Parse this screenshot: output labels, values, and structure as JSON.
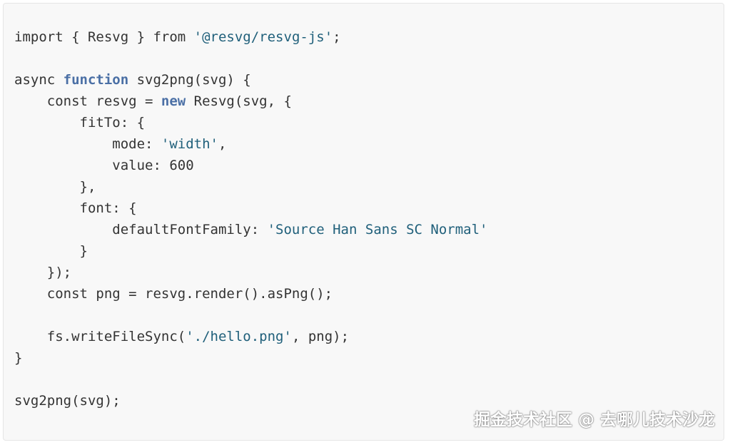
{
  "code": {
    "lines": [
      [
        {
          "t": "import { Resvg } from ",
          "k": "plain"
        },
        {
          "t": "'@resvg/resvg-js'",
          "k": "string"
        },
        {
          "t": ";",
          "k": "plain"
        }
      ],
      [],
      [
        {
          "t": "async ",
          "k": "plain"
        },
        {
          "t": "function",
          "k": "keyword"
        },
        {
          "t": " svg2png(svg) {",
          "k": "plain"
        }
      ],
      [
        {
          "t": "    const resvg = ",
          "k": "plain"
        },
        {
          "t": "new",
          "k": "keyword"
        },
        {
          "t": " Resvg(svg, {",
          "k": "plain"
        }
      ],
      [
        {
          "t": "        fitTo: {",
          "k": "plain"
        }
      ],
      [
        {
          "t": "            mode: ",
          "k": "plain"
        },
        {
          "t": "'width'",
          "k": "string"
        },
        {
          "t": ",",
          "k": "plain"
        }
      ],
      [
        {
          "t": "            value: 600",
          "k": "plain"
        }
      ],
      [
        {
          "t": "        },",
          "k": "plain"
        }
      ],
      [
        {
          "t": "        font: {",
          "k": "plain"
        }
      ],
      [
        {
          "t": "            defaultFontFamily: ",
          "k": "plain"
        },
        {
          "t": "'Source Han Sans SC Normal'",
          "k": "string"
        }
      ],
      [
        {
          "t": "        }",
          "k": "plain"
        }
      ],
      [
        {
          "t": "    });",
          "k": "plain"
        }
      ],
      [
        {
          "t": "    const png = resvg.render().asPng();",
          "k": "plain"
        }
      ],
      [],
      [
        {
          "t": "    fs.writeFileSync(",
          "k": "plain"
        },
        {
          "t": "'./hello.png'",
          "k": "string"
        },
        {
          "t": ", png);",
          "k": "plain"
        }
      ],
      [
        {
          "t": "}",
          "k": "plain"
        }
      ],
      [],
      [
        {
          "t": "svg2png(svg);",
          "k": "plain"
        }
      ]
    ]
  },
  "watermark": {
    "text": "掘金技术社区 @ 去哪儿技术沙龙"
  },
  "colors": {
    "background": "#f8f8f8",
    "text": "#333333",
    "keyword": "#4a6fa5",
    "string": "#1f5f7a"
  }
}
